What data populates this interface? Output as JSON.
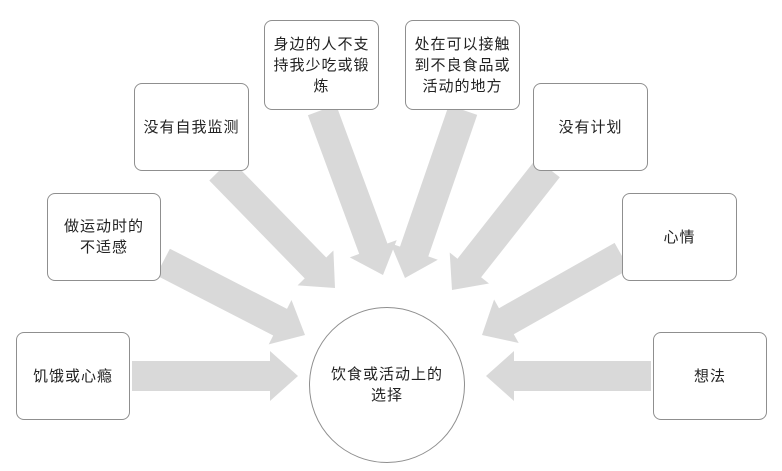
{
  "diagram": {
    "center": {
      "label": "饮食或活动上的选择"
    },
    "factors": [
      {
        "id": "hunger",
        "label": "饥饿或心瘾"
      },
      {
        "id": "discomfort",
        "label": "做运动时的不适感"
      },
      {
        "id": "no-self-monitoring",
        "label": "没有自我监测"
      },
      {
        "id": "no-support",
        "label": "身边的人不支持我少吃或锻炼"
      },
      {
        "id": "bad-environment",
        "label": "处在可以接触到不良食品或活动的地方"
      },
      {
        "id": "no-plan",
        "label": "没有计划"
      },
      {
        "id": "mood",
        "label": "心情"
      },
      {
        "id": "thoughts",
        "label": "想法"
      }
    ],
    "colors": {
      "arrow": "#d9d9d9",
      "border": "#8f8f8f",
      "text": "#222222"
    }
  }
}
